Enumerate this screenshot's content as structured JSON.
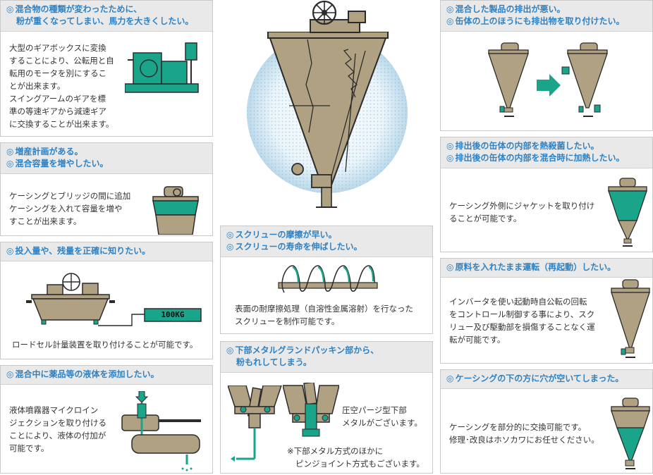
{
  "colors": {
    "title": "#2f82c3",
    "green": "#1aa48a",
    "khaki": "#b0a183",
    "dark": "#2b2b2b",
    "header": "#e9e9e9"
  },
  "cards": {
    "gearbox": {
      "h1": "混合物の種類が変わったために、",
      "h2": "粉が重くなってしまい、馬力を大きくしたい。",
      "lines": [
        "大型のギアボックスに変換",
        "することにより、公転用と自",
        "転用のモータを別にするこ",
        "とが出来ます。",
        "スイングアームのギアを標",
        "準の等速ギアから減速ギア",
        "に交換することが出来ます。"
      ]
    },
    "capacity": {
      "h1": "増産計画がある。",
      "h2": "混合容量を増やしたい。",
      "lines": [
        "ケーシングとブリッジの間に追加",
        "ケーシングを入れて容量を増や",
        "すことが出来ます。"
      ]
    },
    "loadcell": {
      "h1": "投入量や、残量を正確に知りたい。",
      "display": "100KG",
      "lines": [
        "ロードセル計量装置を取り付けることが可能です。"
      ]
    },
    "liquid": {
      "h1": "混合中に薬品等の液体を添加したい。",
      "lines": [
        "液体噴霧器マイクロイン",
        "ジェクションを取り付ける",
        "ことにより、液体の付加が",
        "可能です。"
      ]
    },
    "screw": {
      "h1": "スクリューの摩擦が早い。",
      "h2": "スクリューの寿命を伸ばしたい。",
      "lines": [
        "表面の耐摩擦処理（自溶性金属溶射）を行なった",
        "スクリューを制作可能です。"
      ]
    },
    "packing": {
      "h1": "下部メタルグランドパッキン部から、",
      "h2": "粉もれしてしまう。",
      "lines": [
        "圧空パージ型下部",
        "メタルがございます。"
      ],
      "note": [
        "※下部メタル方式のほかに",
        "ピンジョイント方式もございます。"
      ]
    },
    "discharge": {
      "h1": "混合した製品の排出が悪い。",
      "h2": "缶体の上のほうにも排出物を取り付けたい。"
    },
    "heat": {
      "h1": "排出後の缶体の内部を熱殺菌したい。",
      "h2": "排出後の缶体の内部を混合時に加熱したい。",
      "lines": [
        "ケーシング外側にジャケットを取り付け",
        "ることが可能です。"
      ]
    },
    "restart": {
      "h1": "原料を入れたまま運転（再起動）したい。",
      "lines": [
        "インバータを使い起動時自公転の回転",
        "をコントロール制御する事により、スク",
        "リュー及び駆動部を損傷することなく運",
        "転が可能です。"
      ]
    },
    "hole": {
      "h1": "ケーシングの下の方に穴が空いてしまった。",
      "lines": [
        "ケーシングを部分的に交換可能です。",
        "修理･改良はホソカワにお任せください。"
      ]
    }
  }
}
